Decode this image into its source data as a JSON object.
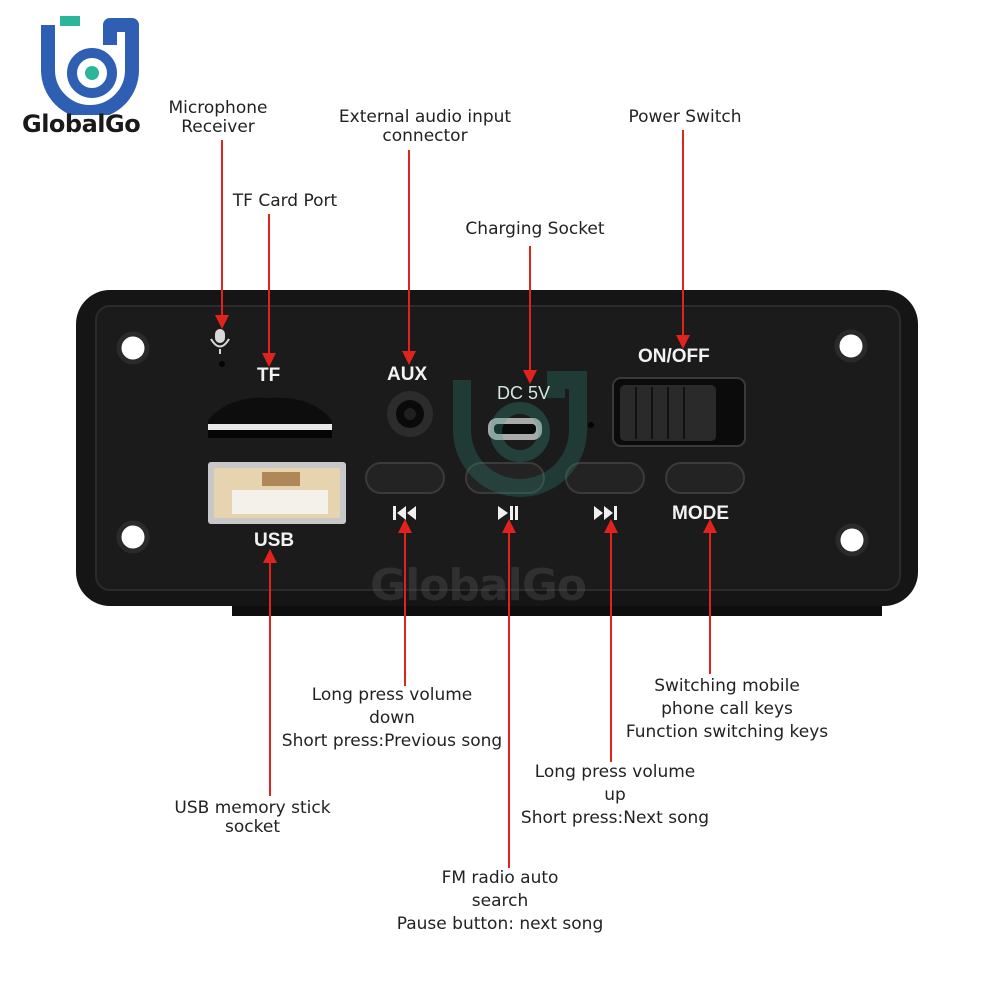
{
  "brand": {
    "name": "GlobalGo",
    "watermark": "GlobalGo"
  },
  "colors": {
    "arrow": "#e0231c",
    "panel": "#151515",
    "panel_edge": "#2b2b2b",
    "logo_blue": "#2f5fb3",
    "logo_green": "#2bb59a"
  },
  "labels": {
    "microphone": [
      "Microphone",
      "Receiver"
    ],
    "tf_card": "TF Card Port",
    "aux_input": [
      "External audio input",
      "connector"
    ],
    "charging": "Charging Socket",
    "power": "Power Switch",
    "prev": [
      "Long press volume",
      "down",
      "Short press:Previous song"
    ],
    "usb": [
      "USB memory stick",
      "socket"
    ],
    "play": [
      "FM radio auto",
      "search",
      "Pause button: next song"
    ],
    "next": [
      "Long press volume",
      "up",
      "Short press:Next song"
    ],
    "mode": [
      "Switching mobile",
      "phone call keys",
      "Function switching keys"
    ]
  },
  "panel": {
    "tf": "TF",
    "aux": "AUX",
    "dc": "DC 5V",
    "onoff": "ON/OFF",
    "usb": "USB",
    "mode": "MODE",
    "icons": [
      "mic-icon",
      "previous-track-icon",
      "play-pause-icon",
      "next-track-icon"
    ]
  }
}
